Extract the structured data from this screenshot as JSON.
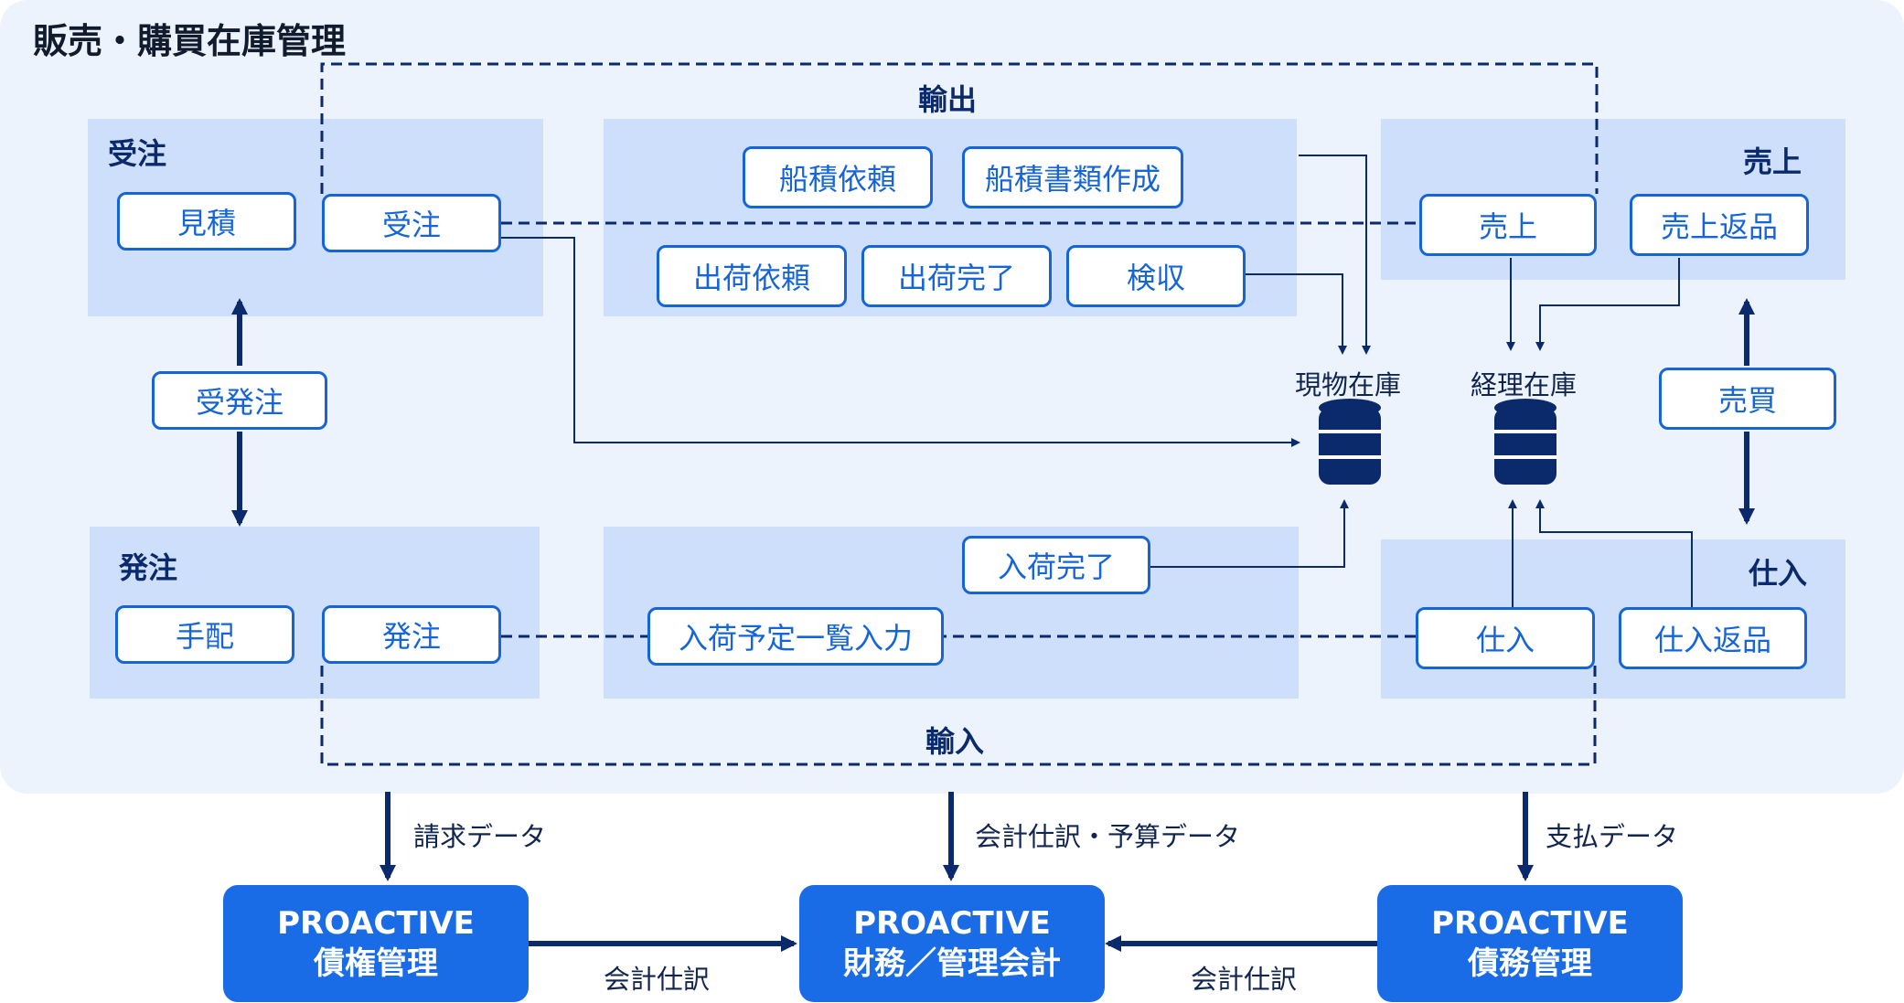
{
  "title": "販売・購買在庫管理",
  "sections": {
    "juchu": "受注",
    "hacchu": "発注",
    "yushutsu": "輸出",
    "yunyu": "輸入",
    "uriage": "売上",
    "shiire": "仕入"
  },
  "boxes": {
    "mitsumori": "見積",
    "juchu": "受注",
    "juhacchu": "受発注",
    "tehai": "手配",
    "hacchu": "発注",
    "funazumi_irai": "船積依頼",
    "funazumi_shorui": "船積書類作成",
    "shukka_irai": "出荷依頼",
    "shukka_kanryo": "出荷完了",
    "kenshu": "検収",
    "nyuka_kanryo": "入荷完了",
    "nyuka_yotei": "入荷予定一覧入力",
    "uriage": "売上",
    "uriage_henpin": "売上返品",
    "baibai": "売買",
    "shiire": "仕入",
    "shiire_henpin": "仕入返品"
  },
  "databases": {
    "genbutsu": "現物在庫",
    "keiri": "経理在庫"
  },
  "flows": {
    "seikyu": "請求データ",
    "kaikei_yosan": "会計仕訳・予算データ",
    "shiharai": "支払データ",
    "kaikei_left": "会計仕訳",
    "kaikei_right": "会計仕訳"
  },
  "systems": {
    "saiken": {
      "line1": "PROACTIVE",
      "line2": "債権管理"
    },
    "zaimu": {
      "line1": "PROACTIVE",
      "line2": "財務／管理会計"
    },
    "saimu": {
      "line1": "PROACTIVE",
      "line2": "債務管理"
    }
  },
  "colors": {
    "accent": "#1565d8",
    "dark": "#0b2a6b",
    "panel": "#cddffb",
    "background": "#edf3fd"
  }
}
